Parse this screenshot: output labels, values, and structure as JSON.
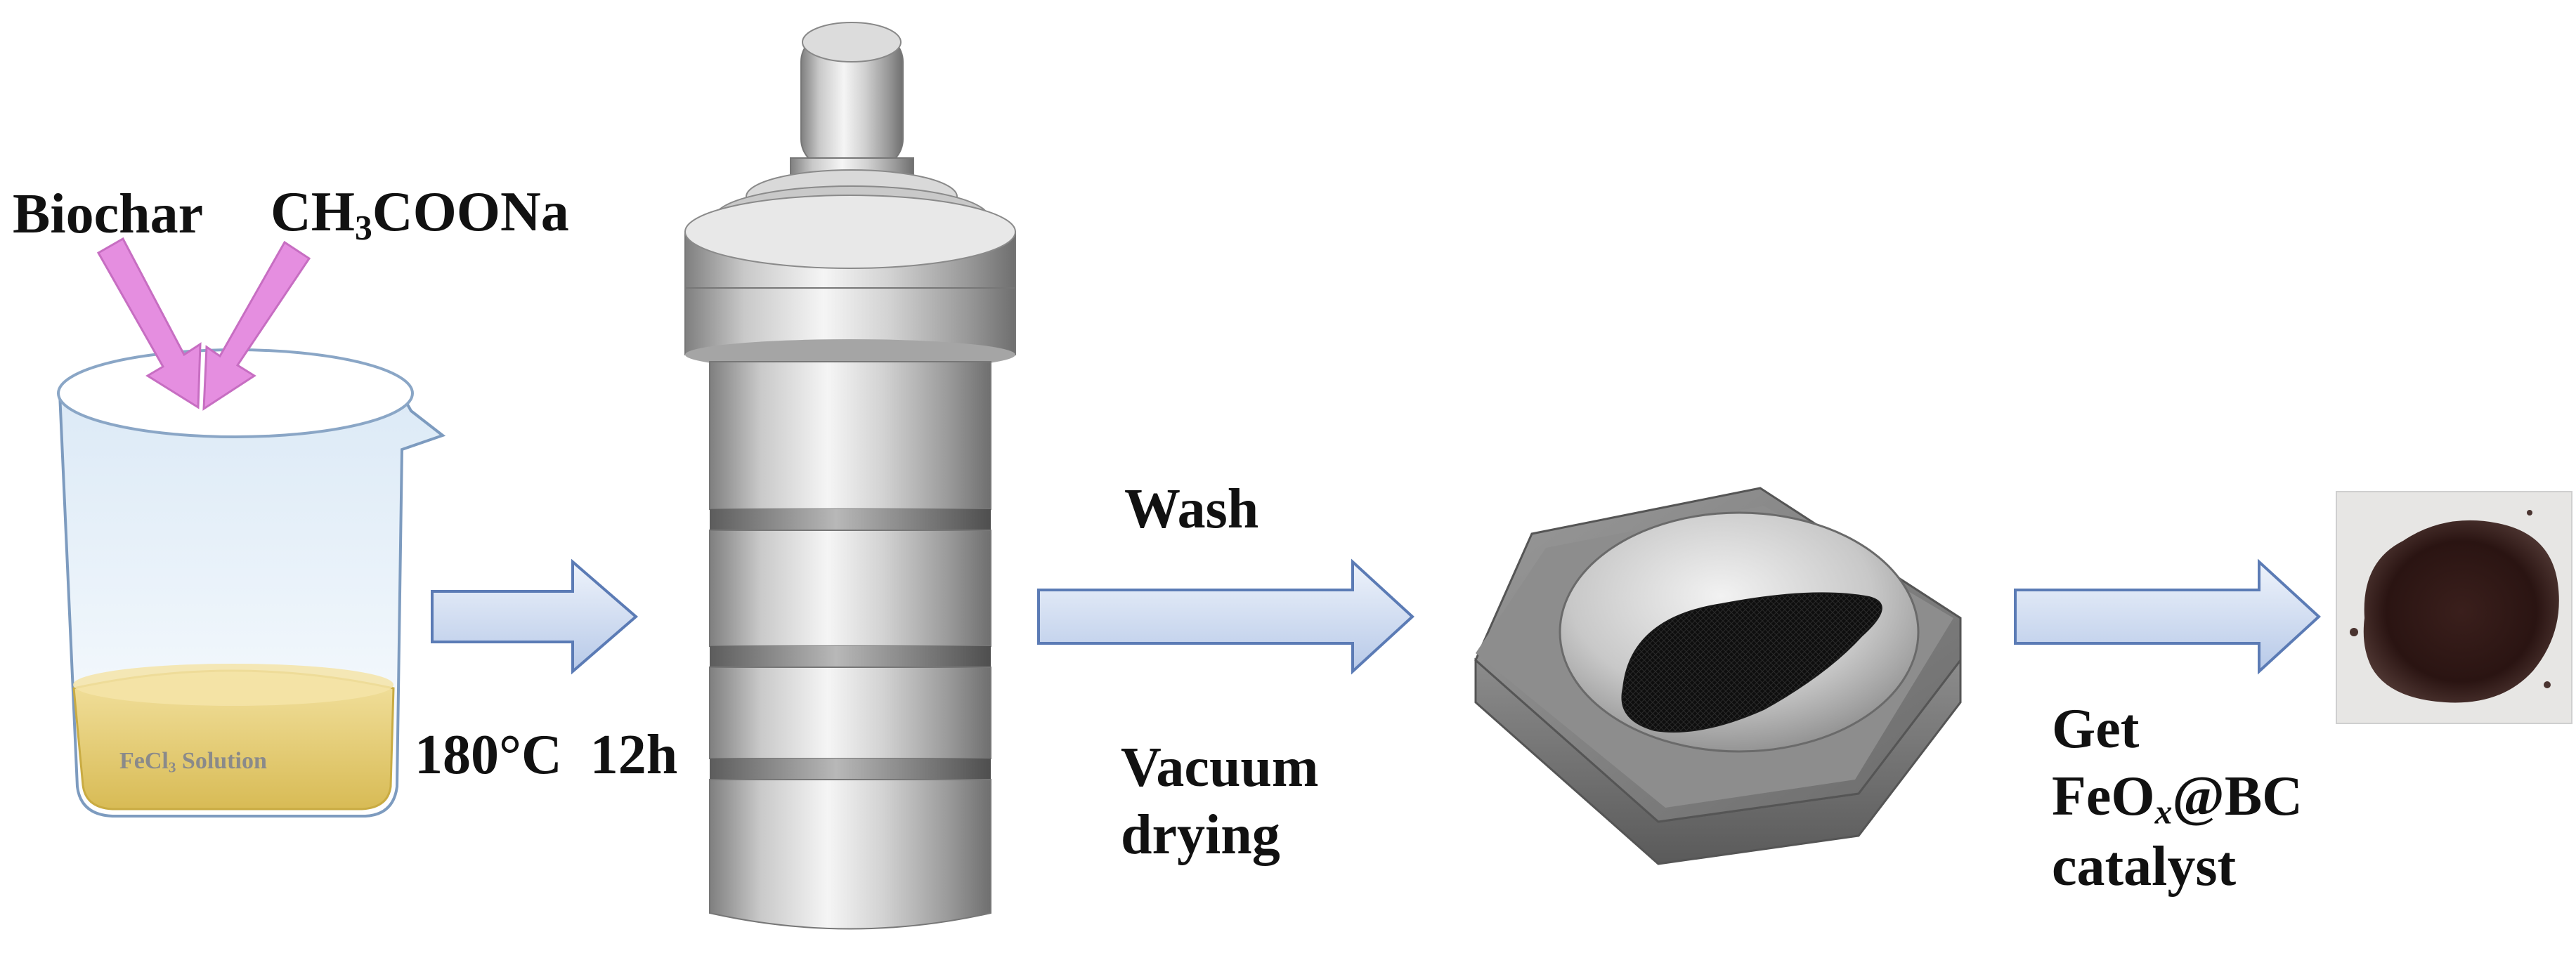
{
  "diagram": {
    "reagents": {
      "biochar": "Biochar",
      "sodium_acetate": {
        "prefix": "CH",
        "sub1": "3",
        "suffix": "COONa"
      }
    },
    "beaker": {
      "solution_label": {
        "prefix": "FeCl",
        "sub": "3",
        "suffix": " Solution"
      }
    },
    "step1": {
      "condition": "180°C  12h"
    },
    "step2": {
      "above": "Wash",
      "below_line1": "Vacuum",
      "below_line2": "drying"
    },
    "step3": {
      "line1": "Get",
      "line2": {
        "prefix": "FeO",
        "sub": "x",
        "suffix": "@BC"
      },
      "line3": "catalyst"
    },
    "colors": {
      "arrow_fill": "#c7d5ee",
      "arrow_stroke": "#5b7bb5",
      "reagent_arrow": "#e58ee0",
      "beaker_liquid": "#e2c96a",
      "metal": "#b5b5b5",
      "powder": "#2b1513"
    }
  }
}
